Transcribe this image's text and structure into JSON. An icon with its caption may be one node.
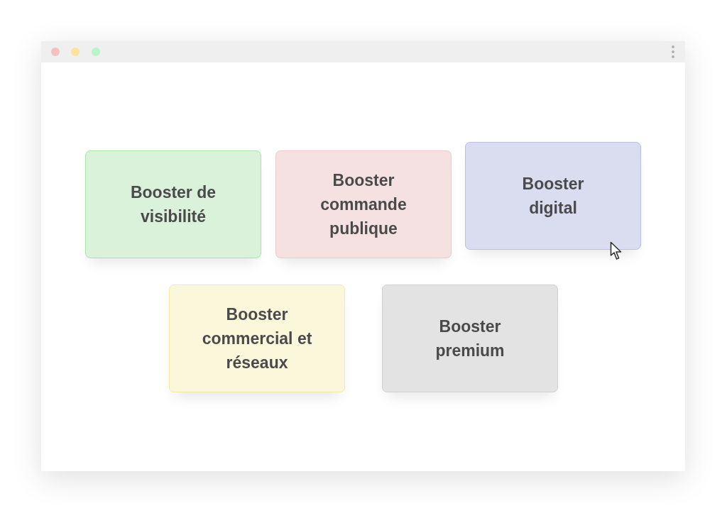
{
  "diagram": {
    "nodes": [
      {
        "text": [
          "Booster de visibilité"
        ]
      },
      {
        "text": [
          "Booster commande publique"
        ]
      },
      {
        "text": [
          "Booster digital"
        ]
      },
      {
        "text": [
          "Booster commercial et réseaux"
        ]
      },
      {
        "text": [
          "Booster premium"
        ]
      }
    ]
  }
}
